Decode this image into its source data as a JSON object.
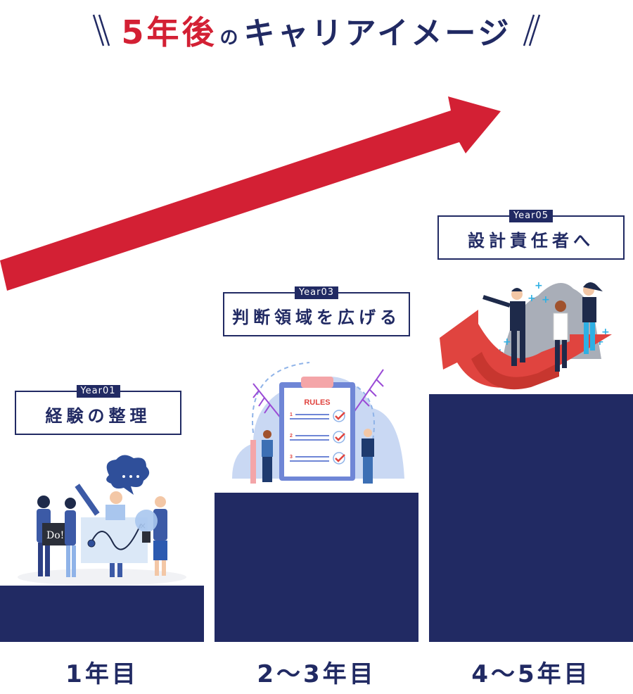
{
  "title": {
    "highlight": "5年後",
    "particle": "の",
    "main": "キャリアイメージ"
  },
  "colors": {
    "navy": "#212a63",
    "red": "#d32034"
  },
  "steps": [
    {
      "year_tag": "Year01",
      "label": "経験の整理",
      "period": "1年目",
      "illustration": "team-brainstorm-illustration"
    },
    {
      "year_tag": "Year03",
      "label": "判断領域を広げる",
      "period": "2〜3年目",
      "illustration": "rules-clipboard-illustration"
    },
    {
      "year_tag": "Year05",
      "label": "設計責任者へ",
      "period": "4〜5年目",
      "illustration": "business-team-arrow-illustration"
    }
  ],
  "illustration_text": {
    "do_sign": "Do!",
    "rules_title": "RULES",
    "rules_items": [
      "1",
      "2",
      "3"
    ]
  }
}
